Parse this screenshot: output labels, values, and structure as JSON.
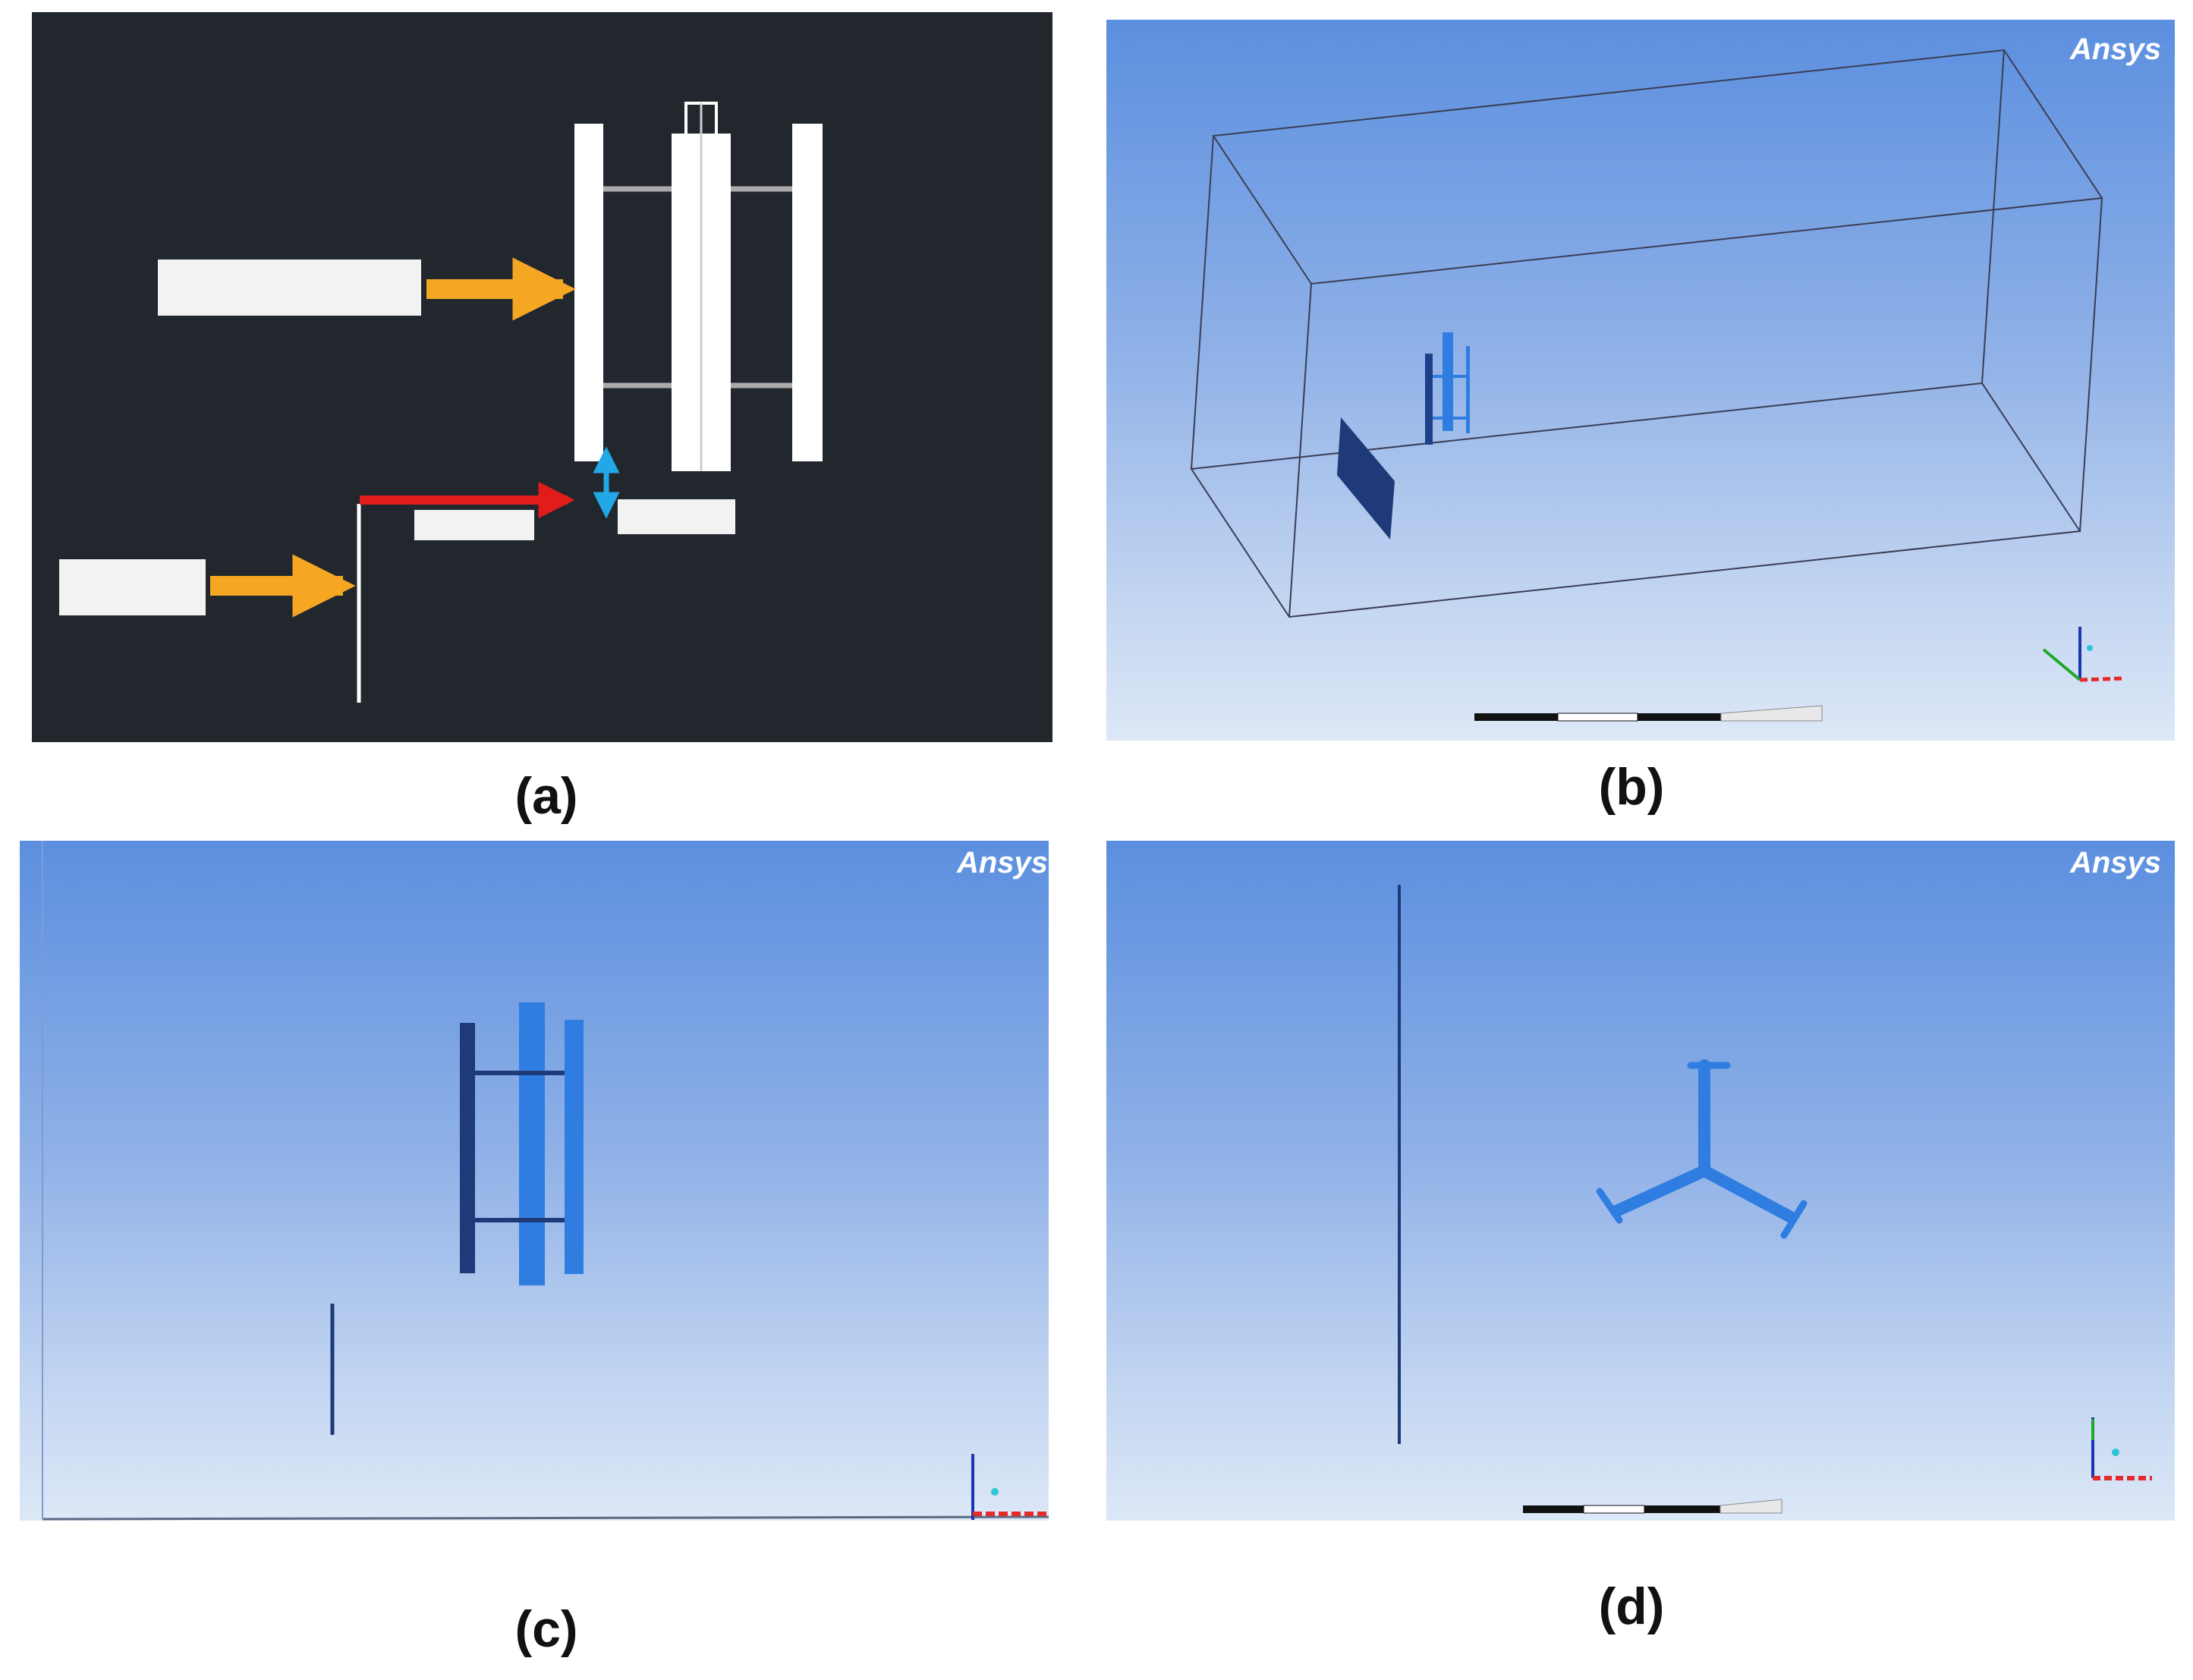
{
  "panels": [
    {
      "caption": "(a)",
      "labels": [],
      "logo": ""
    },
    {
      "caption": "(b)",
      "logo": "Ansys"
    },
    {
      "caption": "(c)",
      "logo": "Ansys"
    },
    {
      "caption": "(d)",
      "logo": "Ansys"
    }
  ],
  "colors": {
    "panel_a_background": "#22272e",
    "flow_arrow": "#f5a623",
    "dimension_arrow": "#e21b1b",
    "gap_arrow": "#22a8e6",
    "rotor_blue": "#2f7de1",
    "sky_top": "#5b8fdf",
    "sky_bottom": "#dde8f7"
  }
}
